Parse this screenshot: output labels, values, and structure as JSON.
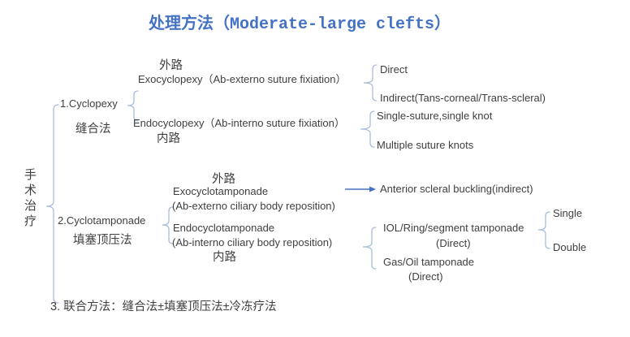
{
  "title": "处理方法（Moderate-large clefts）",
  "root": {
    "label": "手术治疗"
  },
  "branch1": {
    "label": "1.Cyclopexy",
    "label_cn": "缝合法",
    "exo_route_cn": "外路",
    "exo_label": "Exocyclopexy（Ab-externo suture fixiation）",
    "endo_label": "Endocyclopexy（Ab-interno suture fixiation）",
    "endo_route_cn": "内路",
    "exo_children": {
      "direct": "Direct",
      "indirect": "Indirect(Tans-corneal/Trans-scleral)"
    },
    "endo_children": {
      "single": "Single-suture,single knot",
      "multiple": "Multiple suture knots"
    }
  },
  "branch2": {
    "label": "2.Cyclotamponade",
    "label_cn": "填塞顶压法",
    "exo_route_cn": "外路",
    "exo_line1": "Exocyclotamponade",
    "exo_line2": "(Ab-externo ciliary body reposition)",
    "endo_line1": "Endocyclotamponade",
    "endo_line2": "(Ab-interno ciliary body reposition)",
    "endo_route_cn": "内路",
    "exo_child": "Anterior scleral buckling(indirect)",
    "iol_line1": "IOL/Ring/segment tamponade",
    "iol_line2": "(Direct)",
    "gas_line1": "Gas/Oil tamponade",
    "gas_line2": "(Direct)",
    "iol_children": {
      "single": "Single",
      "double": "Double"
    }
  },
  "branch3": {
    "label": "3. 联合方法：缝合法±填塞顶压法±冷冻疗法"
  },
  "colors": {
    "title_blue": "#4472c4",
    "arrow_blue": "#4472c4",
    "bracket_blue": "#a9bedb",
    "text": "#3f3f3f"
  }
}
